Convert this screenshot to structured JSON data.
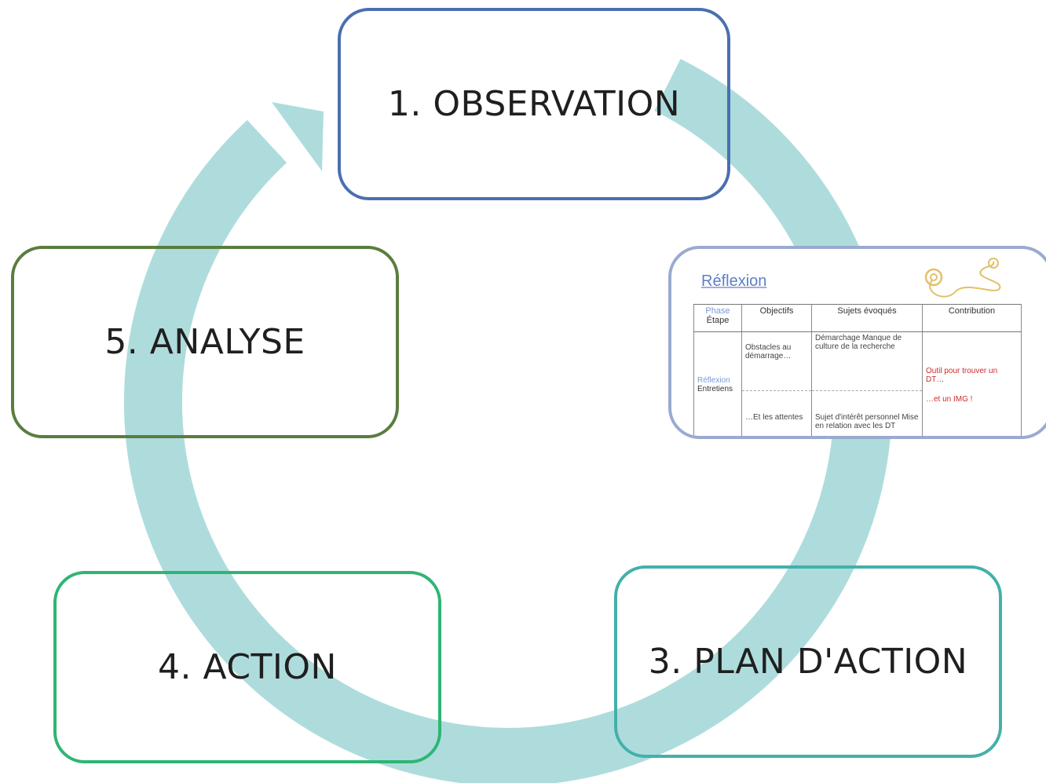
{
  "diagram": {
    "steps": [
      {
        "id": "observation",
        "label": "1. OBSERVATION"
      },
      {
        "id": "analyse",
        "label": "5. ANALYSE"
      },
      {
        "id": "action",
        "label": "4. ACTION"
      },
      {
        "id": "plan",
        "label": "3. PLAN D'ACTION"
      }
    ],
    "colors": {
      "arrow": "#aedcdc",
      "observation": "#4a6fb0",
      "analyse": "#5a7d3e",
      "action": "#2fb573",
      "plan": "#43b0ab",
      "card_border": "#9aaad0"
    }
  },
  "reflexion_card": {
    "title": "Réflexion",
    "headers": {
      "phase_top": "Phase",
      "phase_sub": "Étape",
      "objectifs": "Objectifs",
      "sujets": "Sujets évoqués",
      "contribution": "Contribution"
    },
    "row_phase": {
      "top": "Réflexion",
      "sub": "Entretiens"
    },
    "row1": {
      "objectifs": "Obstacles au démarrage…",
      "sujets": "Démarchage Manque de culture de la recherche"
    },
    "row2": {
      "objectifs": "…Et les attentes",
      "sujets": "Sujet d'intérêt personnel Mise en relation avec les DT"
    },
    "contribution": {
      "line1": "Outil pour trouver un DT…",
      "line2": "…et un IMG !"
    }
  }
}
